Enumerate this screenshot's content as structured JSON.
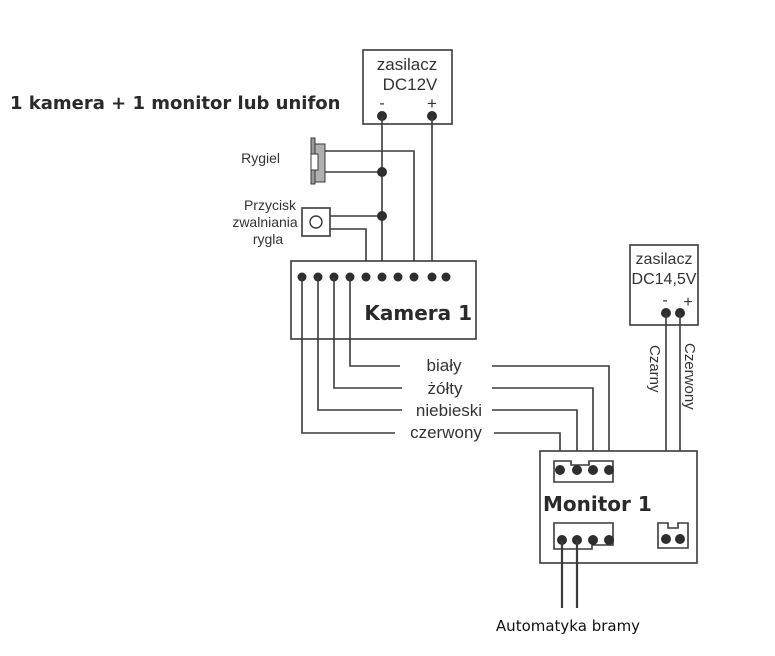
{
  "title": "1 kamera + 1 monitor lub unifon",
  "psu1": {
    "line1": "zasilacz",
    "line2": "DC12V",
    "minus": "-",
    "plus": "+"
  },
  "psu2": {
    "line1": "zasilacz",
    "line2": "DC14,5V",
    "minus": "-",
    "plus": "+"
  },
  "lock_label": "Rygiel",
  "button_label": [
    "Przycisk",
    "zwalniania",
    "rygla"
  ],
  "camera_label": "Kamera 1",
  "monitor_label": "Monitor 1",
  "wires": {
    "white": "biały",
    "yellow": "żółty",
    "blue": "niebieski",
    "red": "czerwony"
  },
  "psu2_wires": {
    "black": "Czarny",
    "red": "Czerwony"
  },
  "gate_label": "Automatyka bramy",
  "colors": {
    "line": "#3a3a3a",
    "dot": "#2e2e2e",
    "text": "#333333",
    "lock_fill": "#b0b0b0"
  }
}
